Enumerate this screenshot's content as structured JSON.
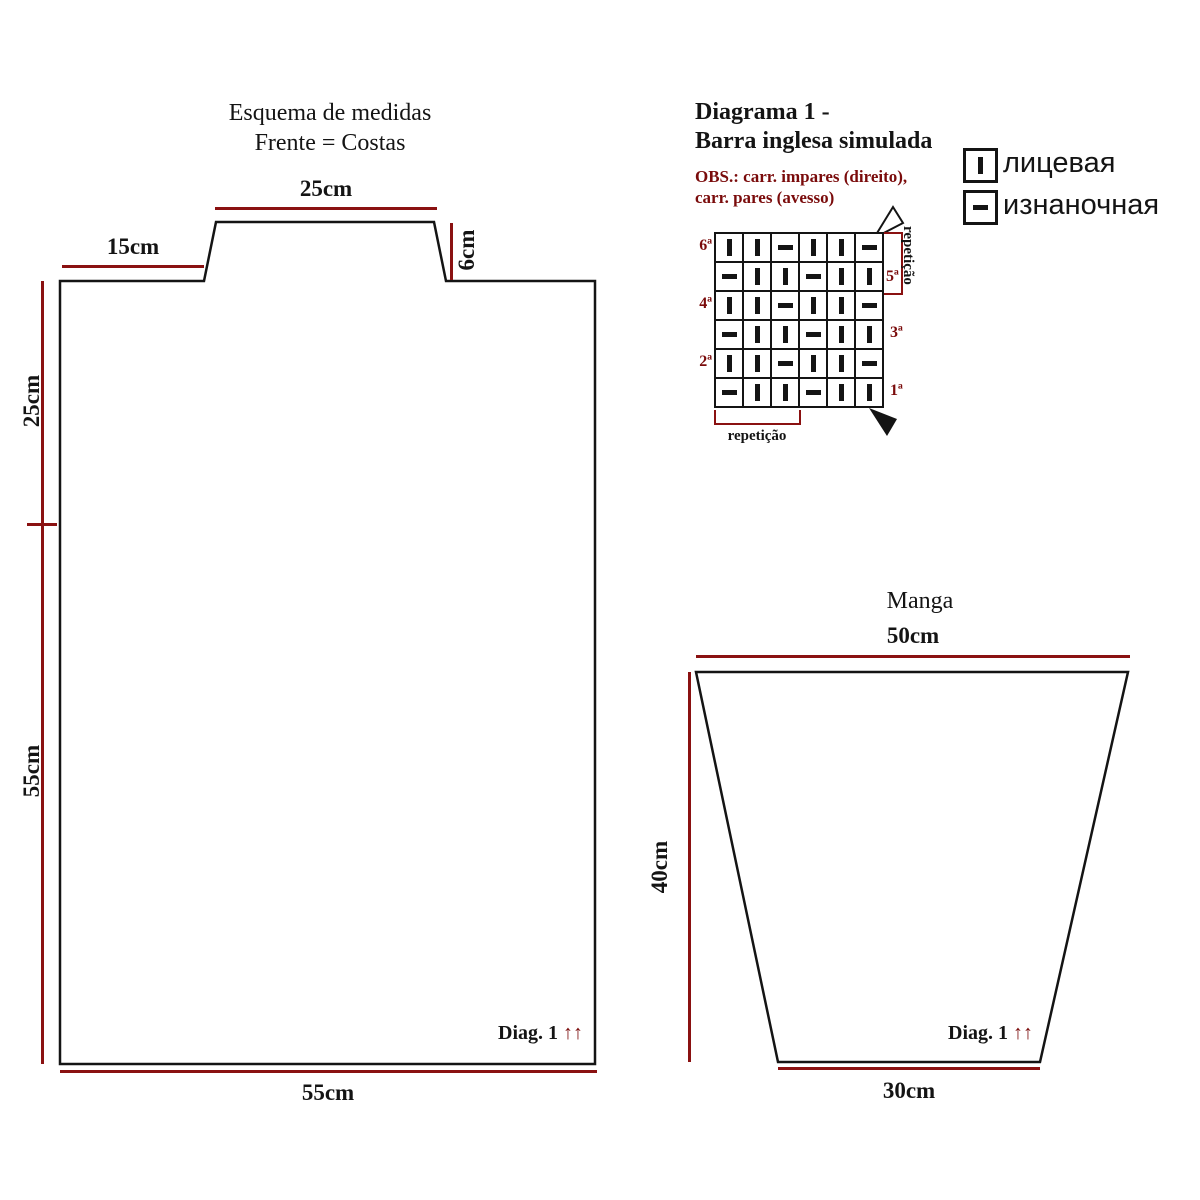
{
  "front_back": {
    "title_line1": "Esquema de medidas",
    "title_line2": "Frente = Costas",
    "neck_width": "25cm",
    "shoulder_width": "15cm",
    "neck_depth": "6cm",
    "side_upper": "25cm",
    "side_lower": "55cm",
    "bottom_width": "55cm",
    "diag_ref": "Diag. 1",
    "diag_arrows": "↑↑"
  },
  "diagram1": {
    "title_line1": "Diagrama 1 -",
    "title_line2": "Barra inglesa simulada",
    "note_line1": "OBS.: carr. impares (direito),",
    "note_line2": "carr. pares (avesso)",
    "row_labels_left": [
      "6ª",
      "4ª",
      "2ª"
    ],
    "row_labels_right": [
      "5ª",
      "3ª",
      "1ª"
    ],
    "repeat_label_vertical": "repetição",
    "repeat_label_horizontal": "repetição",
    "grid": [
      [
        "k",
        "k",
        "p",
        "k",
        "k",
        "p"
      ],
      [
        "p",
        "k",
        "k",
        "p",
        "k",
        "k"
      ],
      [
        "k",
        "k",
        "p",
        "k",
        "k",
        "p"
      ],
      [
        "p",
        "k",
        "k",
        "p",
        "k",
        "k"
      ],
      [
        "k",
        "k",
        "p",
        "k",
        "k",
        "p"
      ],
      [
        "p",
        "k",
        "k",
        "p",
        "k",
        "k"
      ]
    ]
  },
  "legend": {
    "knit_symbol": "|",
    "knit_label": "лицевая",
    "purl_symbol": "−",
    "purl_label": "изнаночная"
  },
  "sleeve": {
    "title": "Manga",
    "top_width": "50cm",
    "height": "40cm",
    "bottom_width": "30cm",
    "diag_ref": "Diag. 1",
    "diag_arrows": "↑↑"
  },
  "colors": {
    "measure_line": "#8a1111",
    "note_text": "#7a0b0b",
    "ink": "#141414"
  }
}
